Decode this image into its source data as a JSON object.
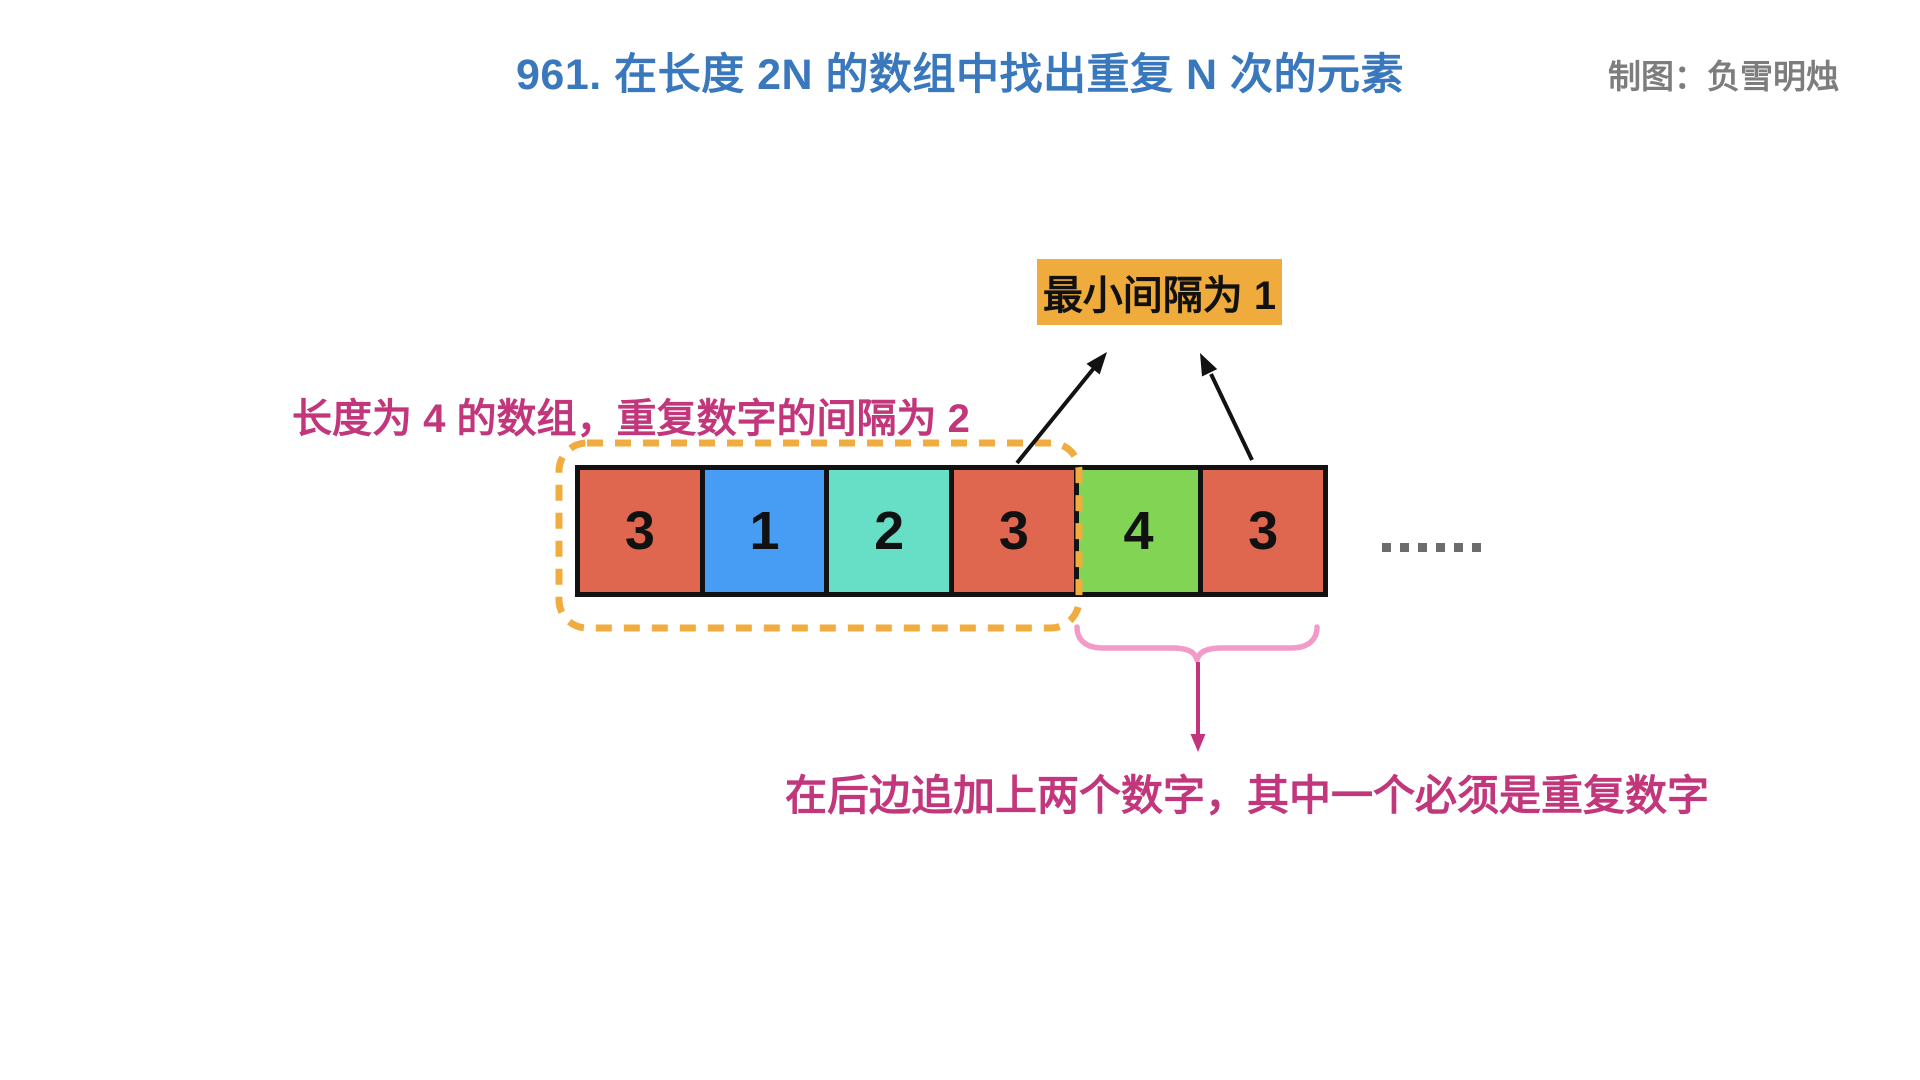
{
  "header": {
    "title": "961. 在长度 2N 的数组中找出重复 N 次的元素",
    "credit": "制图：负雪明烛"
  },
  "annotations": {
    "gap_label": "最小间隔为 1",
    "array_note": "长度为 4 的数组，重复数字的间隔为 2",
    "append_note": "在后边追加上两个数字，其中一个必须是重复数字",
    "ellipsis": "……",
    "ellipsis_dot_count": 6
  },
  "array": {
    "cells": [
      {
        "value": "3",
        "color": "#e0674f"
      },
      {
        "value": "1",
        "color": "#479df3"
      },
      {
        "value": "2",
        "color": "#67dfc7"
      },
      {
        "value": "3",
        "color": "#e0674f"
      },
      {
        "value": "4",
        "color": "#82d455"
      },
      {
        "value": "3",
        "color": "#e0674f"
      }
    ]
  },
  "colors": {
    "title_blue": "#3a78bd",
    "credit_gray": "#7d7d7d",
    "label_bg": "#efac3c",
    "pink_text": "#c2367c",
    "pink_arrow": "#c2347b",
    "brace_pink": "#f29bc8",
    "dashed_orange": "#f0ac3e",
    "dots_gray": "#6c6c6c",
    "arrow_black": "#121212",
    "cell_red": "#e0674f",
    "cell_blue": "#479df3",
    "cell_teal": "#67dfc7",
    "cell_green": "#82d455"
  }
}
